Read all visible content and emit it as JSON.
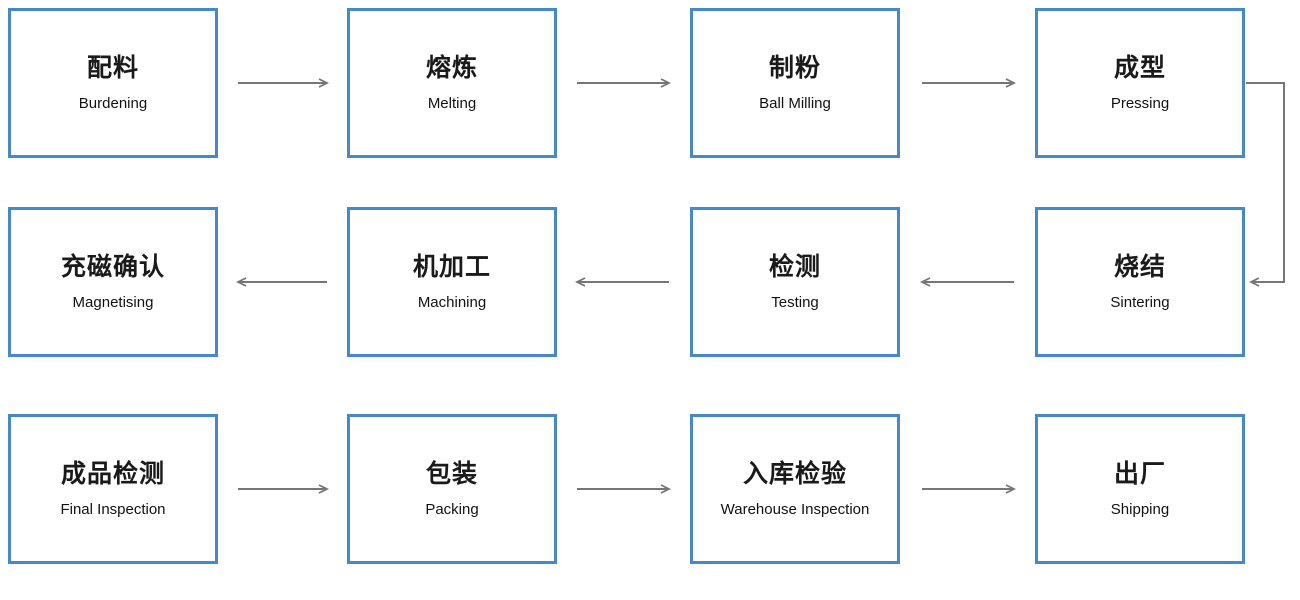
{
  "diagram": {
    "type": "process-flowchart",
    "box_border_color": "#4788c7",
    "arrow_color": "#767676",
    "text_color": "#1a1a1a",
    "boxes": [
      {
        "id": "burdening",
        "title": "配料",
        "subtitle": "Burdening"
      },
      {
        "id": "melting",
        "title": "熔炼",
        "subtitle": "Melting"
      },
      {
        "id": "ball-milling",
        "title": "制粉",
        "subtitle": "Ball Milling"
      },
      {
        "id": "pressing",
        "title": "成型",
        "subtitle": "Pressing"
      },
      {
        "id": "magnetising",
        "title": "充磁确认",
        "subtitle": "Magnetising"
      },
      {
        "id": "machining",
        "title": "机加工",
        "subtitle": "Machining"
      },
      {
        "id": "testing",
        "title": "检测",
        "subtitle": "Testing"
      },
      {
        "id": "sintering",
        "title": "烧结",
        "subtitle": "Sintering"
      },
      {
        "id": "final-inspection",
        "title": "成品检测",
        "subtitle": "Final Inspection"
      },
      {
        "id": "packing",
        "title": "包装",
        "subtitle": "Packing"
      },
      {
        "id": "warehouse-inspection",
        "title": "入库检验",
        "subtitle": "Warehouse Inspection"
      },
      {
        "id": "shipping",
        "title": "出厂",
        "subtitle": "Shipping"
      }
    ],
    "connections": [
      {
        "from": "burdening",
        "to": "melting"
      },
      {
        "from": "melting",
        "to": "ball-milling"
      },
      {
        "from": "ball-milling",
        "to": "pressing"
      },
      {
        "from": "pressing",
        "to": "sintering"
      },
      {
        "from": "sintering",
        "to": "testing"
      },
      {
        "from": "testing",
        "to": "machining"
      },
      {
        "from": "machining",
        "to": "magnetising"
      },
      {
        "from": "final-inspection",
        "to": "packing"
      },
      {
        "from": "packing",
        "to": "warehouse-inspection"
      },
      {
        "from": "warehouse-inspection",
        "to": "shipping"
      }
    ]
  }
}
